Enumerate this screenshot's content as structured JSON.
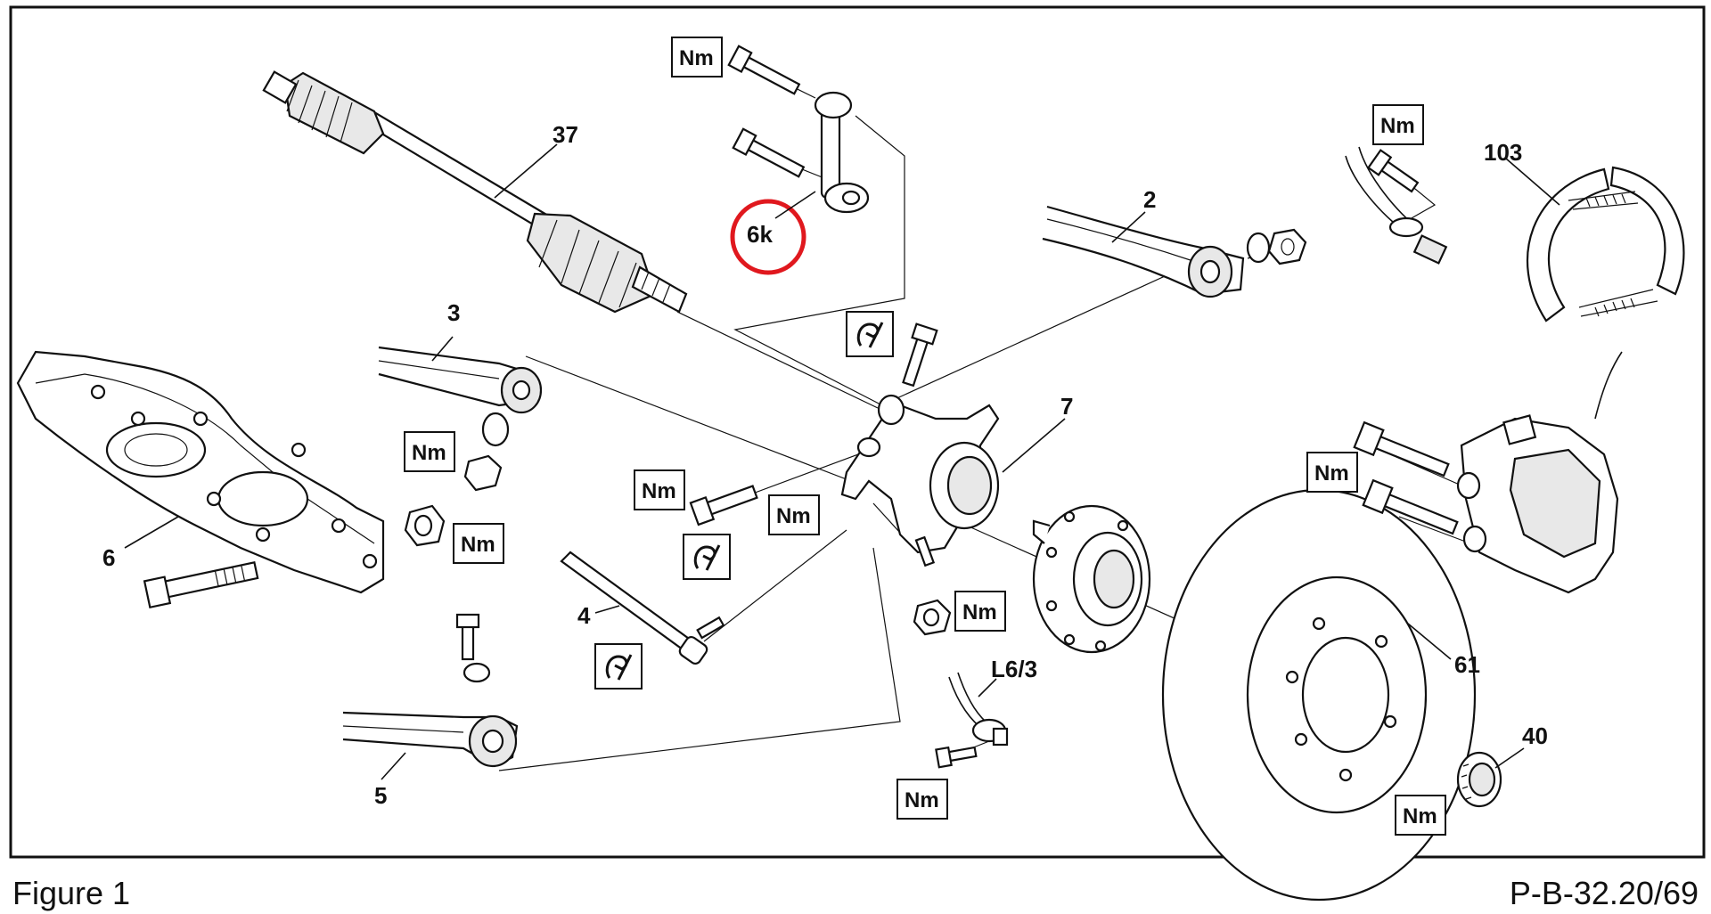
{
  "figure": {
    "caption": "Figure 1",
    "reference": "P-B-32.20/69"
  },
  "callouts": {
    "p37": "37",
    "p6k": "6k",
    "p2": "2",
    "p103": "103",
    "p3": "3",
    "p7": "7",
    "p6": "6",
    "p4": "4",
    "p5": "5",
    "pL63": "L6/3",
    "p61": "61",
    "p40": "40"
  },
  "torque_label": "Nm",
  "highlight_color": "#e0181e"
}
